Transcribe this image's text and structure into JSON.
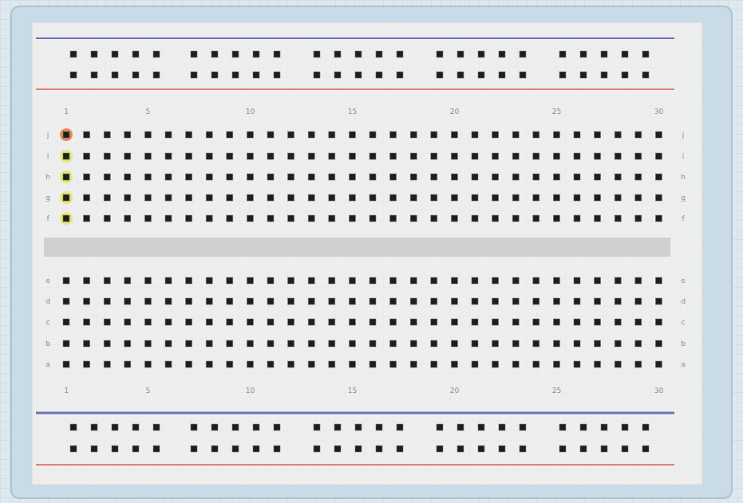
{
  "diagram": {
    "labels": [
      "1",
      "5",
      "10",
      "15",
      "20",
      "25",
      "30",
      "j",
      "i",
      "h",
      "g",
      "f",
      "j",
      "i",
      "h",
      "g",
      "f",
      "e",
      "d",
      "c",
      "b",
      "a",
      "e",
      "d",
      "c",
      "b",
      "a",
      "1",
      "5",
      "10",
      "15",
      "20",
      "25",
      "30"
    ]
  }
}
